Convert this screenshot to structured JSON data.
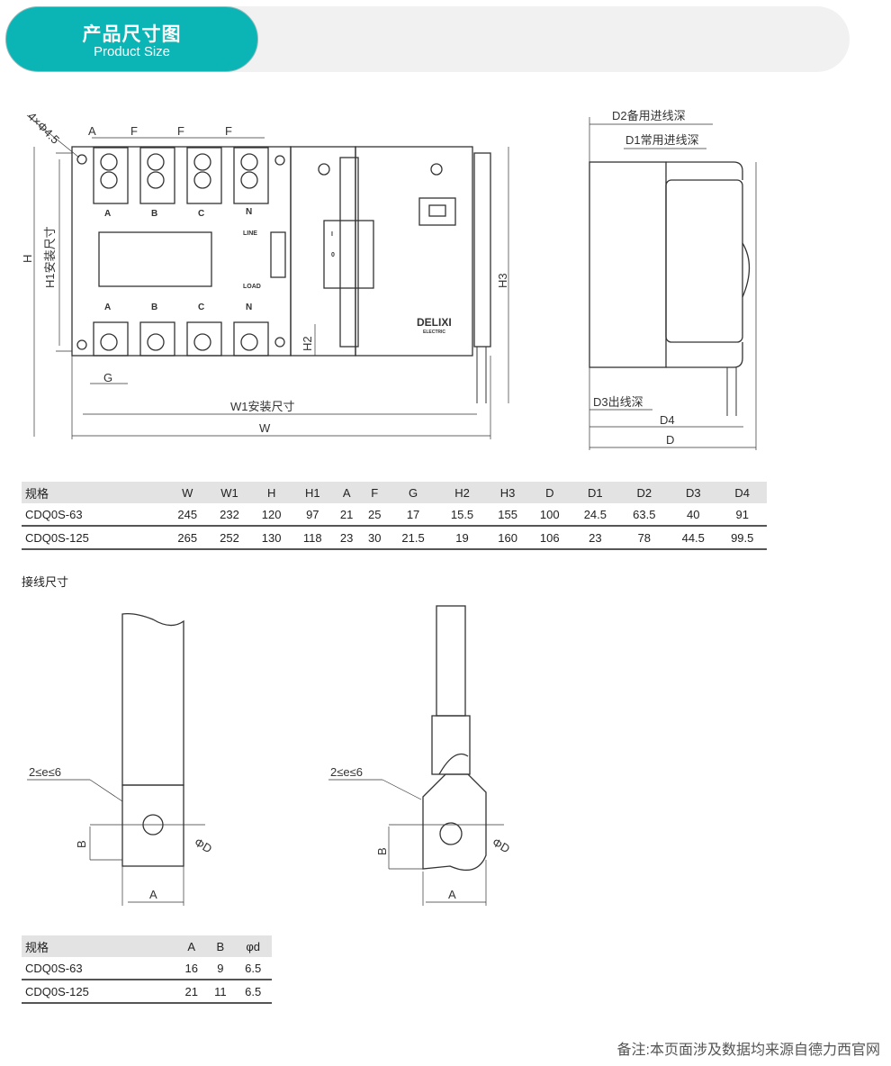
{
  "header": {
    "title_cn": "产品尺寸图",
    "title_en": "Product Size"
  },
  "front_drawing": {
    "holes": "4×Φ4.5",
    "A": "A",
    "F": "F",
    "H": "H",
    "H1": "H1安装尺寸",
    "H2": "H2",
    "G": "G",
    "W1": "W1安装尺寸",
    "W": "W",
    "H3": "H3",
    "phases_top": [
      "A",
      "B",
      "C"
    ],
    "phases_bottom": [
      "A",
      "B",
      "C"
    ],
    "neutral": "N",
    "line": "LINE",
    "load": "LOAD",
    "brand": "DELIXI",
    "brand_sub": "ELECTRIC",
    "switch_off": "0",
    "switch_on": "I"
  },
  "side_drawing": {
    "D2": "D2备用进线深",
    "D1": "D1常用进线深",
    "D3": "D3出线深",
    "D4": "D4",
    "D": "D"
  },
  "spec_table": {
    "headers": [
      "规格",
      "W",
      "W1",
      "H",
      "H1",
      "A",
      "F",
      "G",
      "H2",
      "H3",
      "D",
      "D1",
      "D2",
      "D3",
      "D4"
    ],
    "rows": [
      [
        "CDQ0S-63",
        "245",
        "232",
        "120",
        "97",
        "21",
        "25",
        "17",
        "15.5",
        "155",
        "100",
        "24.5",
        "63.5",
        "40",
        "91"
      ],
      [
        "CDQ0S-125",
        "265",
        "252",
        "130",
        "118",
        "23",
        "30",
        "21.5",
        "19",
        "160",
        "106",
        "23",
        "78",
        "44.5",
        "99.5"
      ]
    ]
  },
  "wiring": {
    "title": "接线尺寸",
    "e_range": "2≤e≤6",
    "B": "B",
    "A": "A",
    "phiD": "ΦD"
  },
  "wiring_table": {
    "headers": [
      "规格",
      "A",
      "B",
      "φd"
    ],
    "rows": [
      [
        "CDQ0S-63",
        "16",
        "9",
        "6.5"
      ],
      [
        "CDQ0S-125",
        "21",
        "11",
        "6.5"
      ]
    ]
  },
  "footer": {
    "note": "备注:本页面涉及数据均来源自德力西官网"
  }
}
